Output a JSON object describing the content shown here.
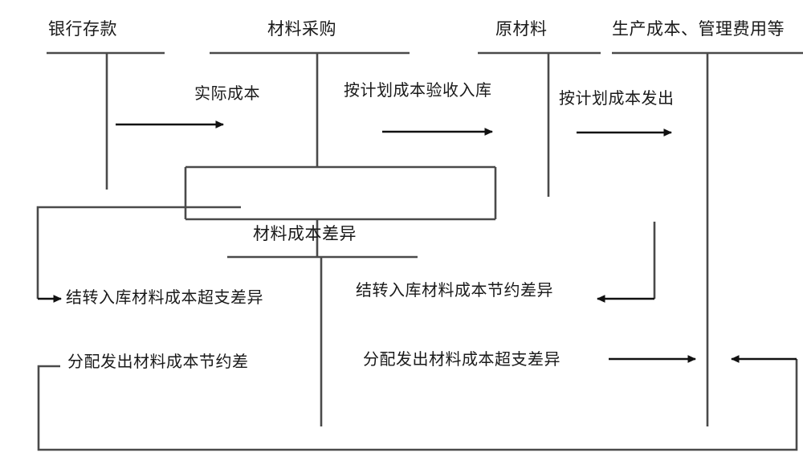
{
  "diagram": {
    "kind": "t-account-flow",
    "language": "zh-CN",
    "topic": "材料成本差异核算流程",
    "colors": {
      "line": "#4a4a4a",
      "arrow": "#111111",
      "text": "#1a1a1a",
      "background": "#ffffff"
    },
    "accounts": [
      {
        "id": "bank",
        "title": "银行存款"
      },
      {
        "id": "material-purchase",
        "title": "材料采购"
      },
      {
        "id": "raw-material",
        "title": "原材料"
      },
      {
        "id": "production-cost",
        "title": "生产成本、管理费用等"
      },
      {
        "id": "material-cost-variance",
        "title": "材料成本差异"
      }
    ],
    "flow_labels": [
      {
        "id": "actual-cost",
        "text": "实际成本"
      },
      {
        "id": "planned-cost-in",
        "text": "按计划成本验收入库"
      },
      {
        "id": "planned-cost-out",
        "text": "按计划成本发出"
      }
    ],
    "variance_labels": [
      {
        "id": "carry-over-excess",
        "text": "结转入库材料成本超支差异"
      },
      {
        "id": "carry-over-saving",
        "text": "结转入库材料成本节约差异"
      },
      {
        "id": "allocate-saving",
        "text": "分配发出材料成本节约差"
      },
      {
        "id": "allocate-excess",
        "text": "分配发出材料成本超支差异"
      }
    ]
  }
}
